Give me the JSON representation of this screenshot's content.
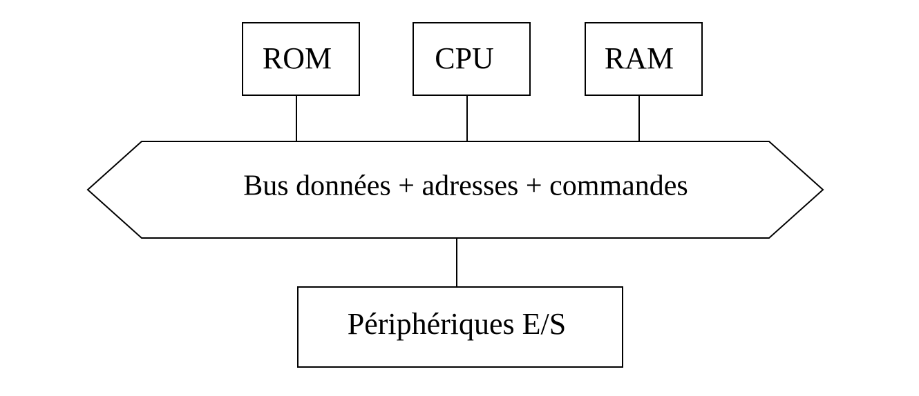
{
  "diagram": {
    "components": {
      "rom": "ROM",
      "cpu": "CPU",
      "ram": "RAM"
    },
    "bus": {
      "label": "Bus données + adresses + commandes"
    },
    "peripherals": {
      "label": "Périphériques E/S"
    },
    "colors": {
      "stroke": "#000000",
      "fill": "#ffffff"
    }
  }
}
